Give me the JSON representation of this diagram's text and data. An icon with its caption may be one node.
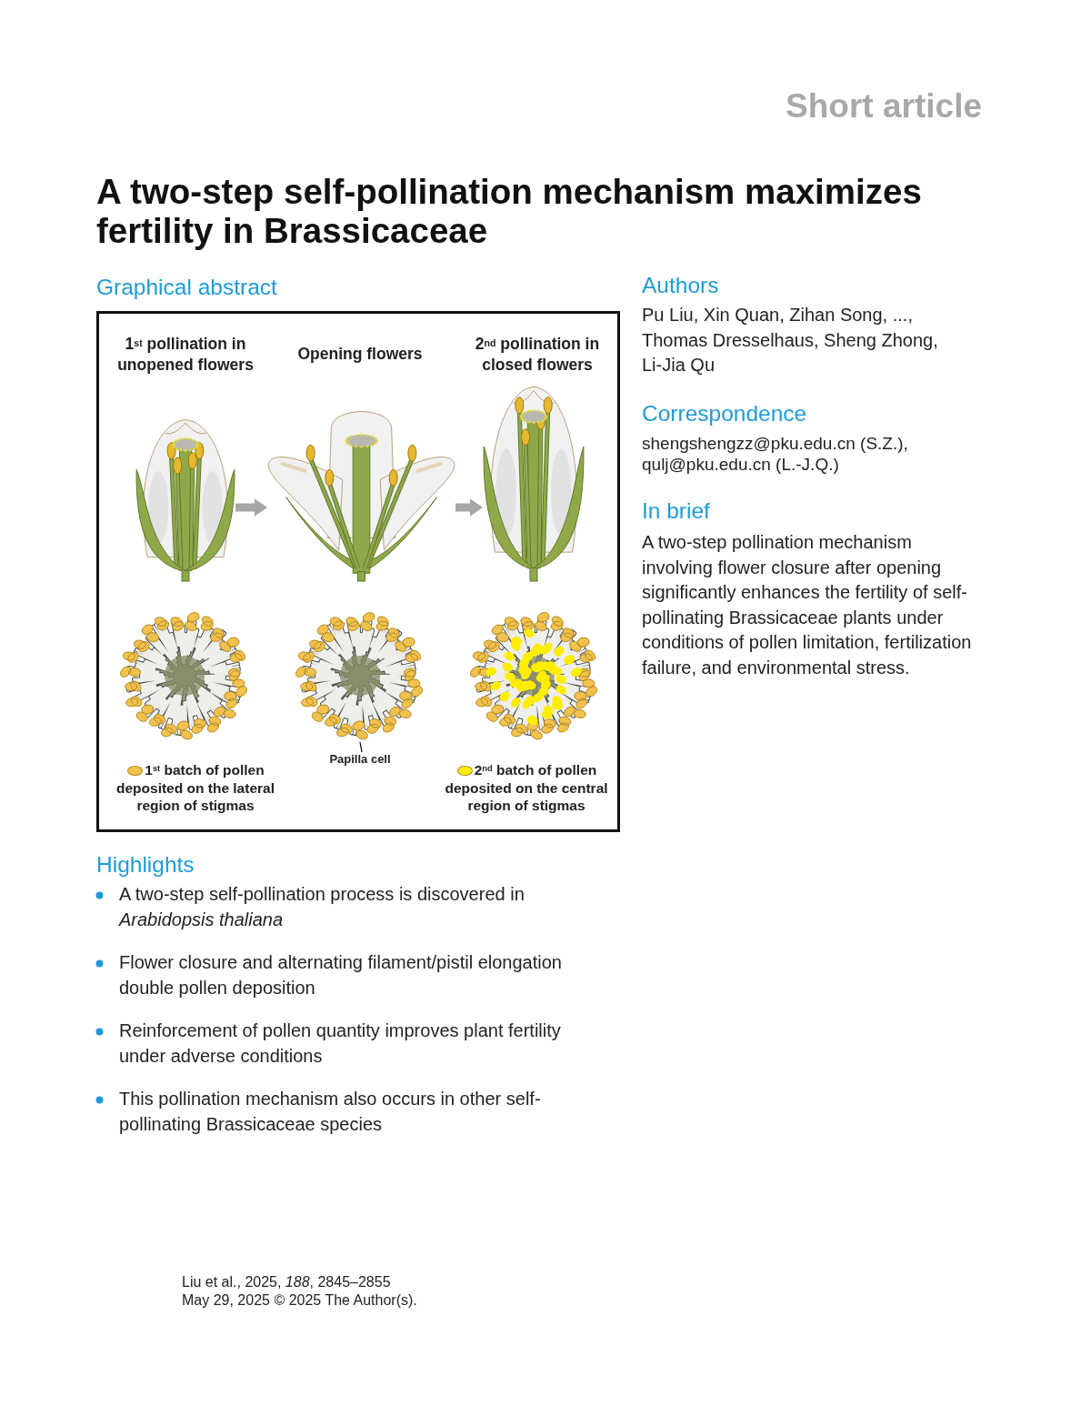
{
  "diagram": {
    "title": "A two-step self-pollination mechanism maximizes fertility in Brassicaceae",
    "nodes": [
      {
        "text": [
          "Graphical abstract"
        ]
      },
      {
        "text": [],
        "shape": "picture",
        "in": 0,
        "beside": [
          "1$^{st}$ pollination in unopened flowers"
        ]
      },
      {
        "text": [],
        "shape": "picture",
        "in": 0,
        "beside": [
          "Opening flowers"
        ]
      },
      {
        "text": [],
        "shape": "picture",
        "in": 0,
        "beside": [
          "2$^{nd}$ pollination in closed flowers"
        ]
      },
      {
        "text": [],
        "shape": "picture",
        "in": 0
      },
      {
        "text": [],
        "shape": "picture",
        "in": 0
      },
      {
        "text": [],
        "shape": "picture",
        "in": 0
      },
      {
        "text": [
          "Papilla cell"
        ],
        "in": 0
      }
    ],
    "edges": [
      {
        "from": 1,
        "to": 2,
        "arrow": "to"
      },
      {
        "from": 2,
        "to": 3,
        "arrow": "to"
      },
      {
        "from": 7,
        "to": 5,
        "arrow": "none",
        "color": "#000000"
      }
    ],
    "labels": [
      "Short article",
      "Authors",
      "Pu Liu, Xin Quan, Zihan Song, ..., Thomas Dresselhaus, Sheng Zhong, Li-Jia Qu",
      "Correspondence",
      "shengshengzz@pku.edu.cn (S.Z.), qulj@pku.edu.cn (L.-J.Q.)",
      "In brief",
      "A two-step pollination mechanism involving flower closure after opening significantly enhances the fertility of self-pollinating Brassicaceae plants under conditions of pollen limitation, fertilization failure, and environmental stress.",
      "Highlights",
      "A two-step self-pollination process is discovered in *Arabidopsis thaliana*",
      "Flower closure and alternating filament/pistil elongation double pollen deposition",
      "Reinforcement of pollen quantity improves plant fertility under adverse conditions",
      "This pollination mechanism also occurs in other self-pollinating Brassicaceae species",
      "Liu et al., 2025, *188*, 2845–2855",
      "May 29, 2025 © 2025 The Author(s)."
    ],
    "legend": [
      {
        "text": "1$^{st}$ batch of pollen deposited on the lateral region of stigmas",
        "color": "#f2c14e"
      },
      {
        "text": "2$^{nd}$ batch of pollen deposited on the central region of stigmas",
        "color": "#ffee00"
      }
    ]
  }
}
